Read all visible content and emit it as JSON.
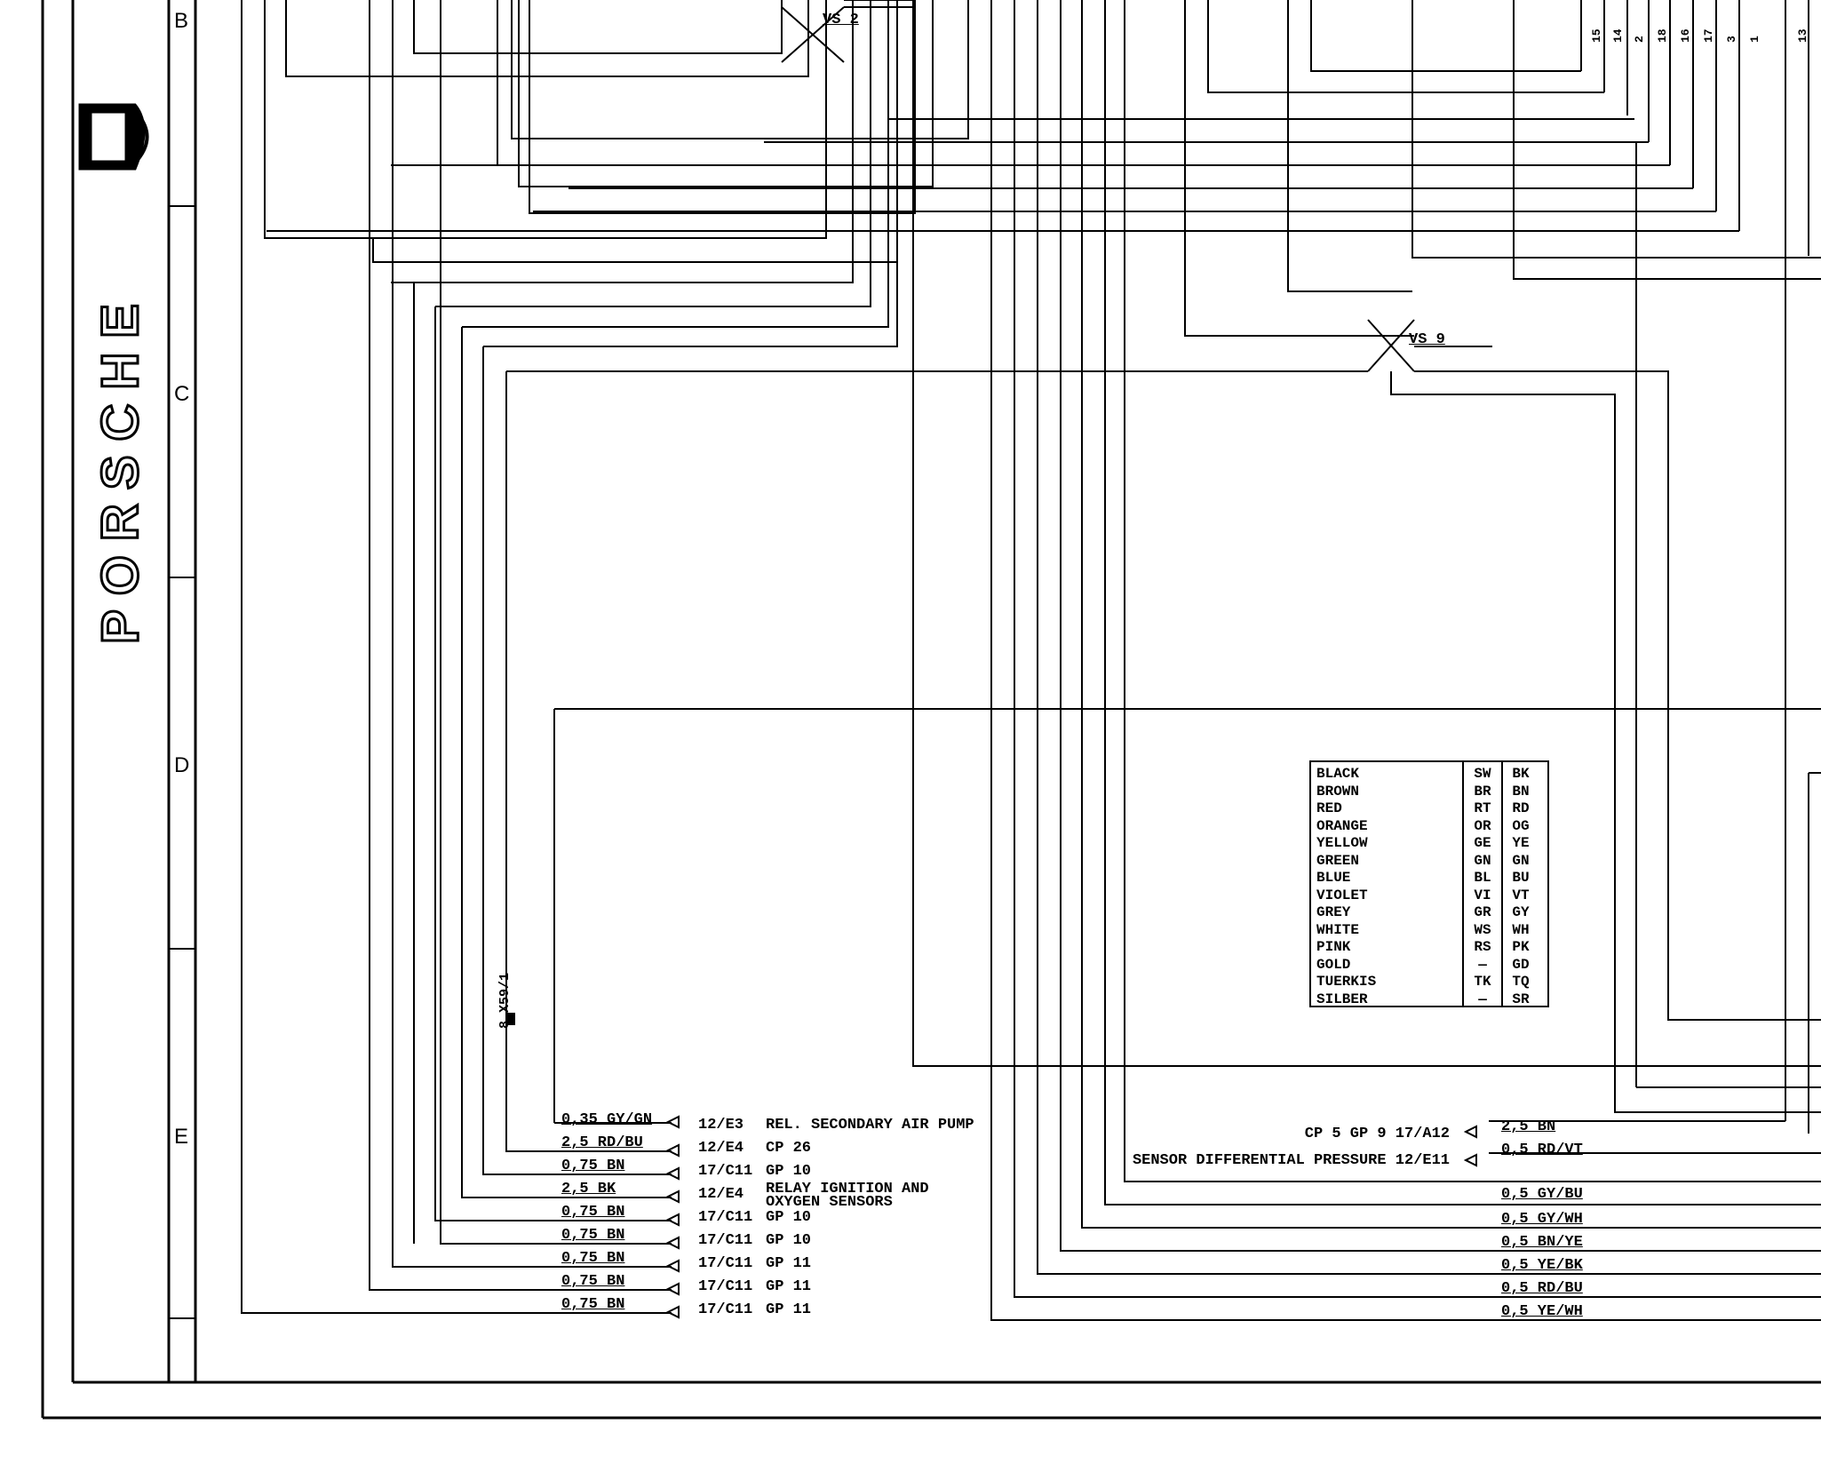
{
  "zones": [
    "B",
    "C",
    "D",
    "E"
  ],
  "brand": "PORSCHE",
  "splices": {
    "vs2": "VS 2",
    "vs9": "VS 9"
  },
  "connector": "8 X59/1",
  "top_pins_left": [
    "15",
    "14",
    "2",
    "18",
    "16",
    "17",
    "3",
    "1"
  ],
  "top_pins_right": [
    "13"
  ],
  "left_wires": [
    {
      "wire": "0,35 GY/GN",
      "ref": "12/E3",
      "desc": "REL. SECONDARY AIR PUMP"
    },
    {
      "wire": "2,5 RD/BU",
      "ref": "12/E4",
      "desc": "CP 26"
    },
    {
      "wire": "0,75 BN",
      "ref": "17/C11",
      "desc": "GP 10"
    },
    {
      "wire": "2,5 BK",
      "ref": "12/E4",
      "desc": "RELAY IGNITION AND",
      "desc2": "OXYGEN SENSORS"
    },
    {
      "wire": "0,75 BN",
      "ref": "17/C11",
      "desc": "GP 10"
    },
    {
      "wire": "0,75 BN",
      "ref": "17/C11",
      "desc": "GP 10"
    },
    {
      "wire": "0,75 BN",
      "ref": "17/C11",
      "desc": "GP 11"
    },
    {
      "wire": "0,75 BN",
      "ref": "17/C11",
      "desc": "GP 11"
    },
    {
      "wire": "0,75 BN",
      "ref": "17/C11",
      "desc": "GP 11"
    }
  ],
  "right_wires": [
    {
      "label": "CP 5 GP 9 17/A12",
      "wire": "2,5 BN"
    },
    {
      "label": "SENSOR DIFFERENTIAL PRESSURE 12/E11",
      "wire": "0,5 RD/VT"
    },
    {
      "label": "",
      "wire": "0,5 GY/BU"
    },
    {
      "label": "",
      "wire": "0,5 GY/WH"
    },
    {
      "label": "",
      "wire": "0,5 BN/YE"
    },
    {
      "label": "",
      "wire": "0,5 YE/BK"
    },
    {
      "label": "",
      "wire": "0,5 RD/BU"
    },
    {
      "label": "",
      "wire": "0,5 YE/WH"
    }
  ],
  "color_legend": [
    {
      "name": "BLACK",
      "de": "SW",
      "en": "BK"
    },
    {
      "name": "BROWN",
      "de": "BR",
      "en": "BN"
    },
    {
      "name": "RED",
      "de": "RT",
      "en": "RD"
    },
    {
      "name": "ORANGE",
      "de": "OR",
      "en": "OG"
    },
    {
      "name": "YELLOW",
      "de": "GE",
      "en": "YE"
    },
    {
      "name": "GREEN",
      "de": "GN",
      "en": "GN"
    },
    {
      "name": "BLUE",
      "de": "BL",
      "en": "BU"
    },
    {
      "name": "VIOLET",
      "de": "VI",
      "en": "VT"
    },
    {
      "name": "GREY",
      "de": "GR",
      "en": "GY"
    },
    {
      "name": "WHITE",
      "de": "WS",
      "en": "WH"
    },
    {
      "name": "PINK",
      "de": "RS",
      "en": "PK"
    },
    {
      "name": "GOLD",
      "de": "—",
      "en": "GD"
    },
    {
      "name": "TUERKIS",
      "de": "TK",
      "en": "TQ"
    },
    {
      "name": "SILBER",
      "de": "—",
      "en": "SR"
    }
  ],
  "line_color": "#000000",
  "background": "#ffffff"
}
